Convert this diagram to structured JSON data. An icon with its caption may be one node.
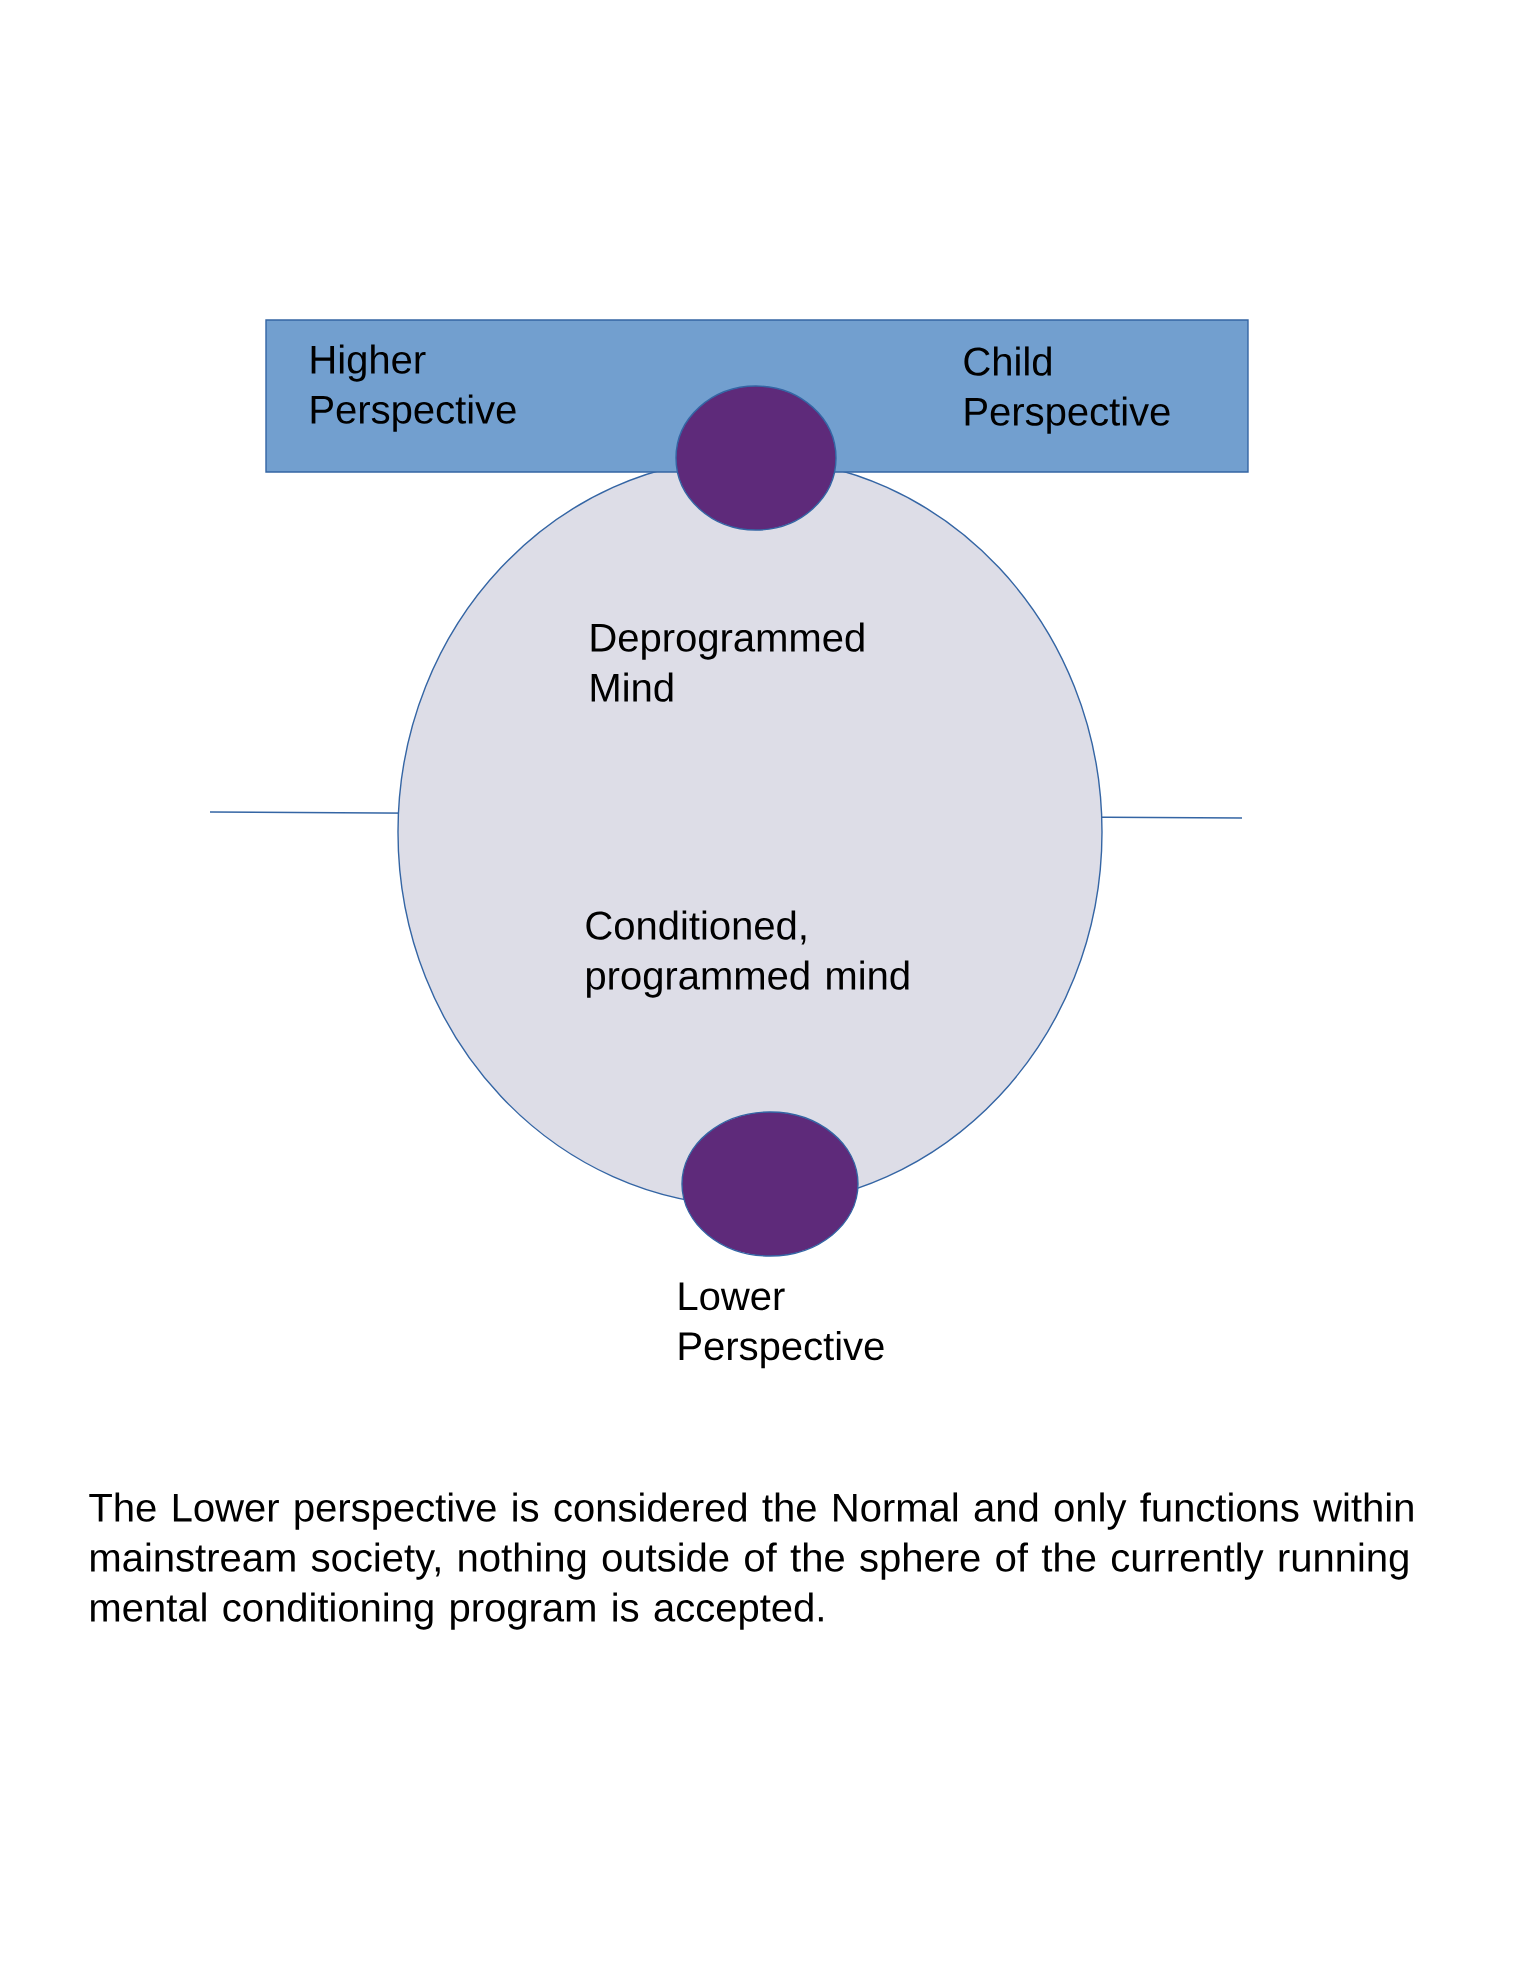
{
  "diagram": {
    "caption": "The Lower perspective is considered the Normal and only functions within mainstream society, nothing outside of the sphere of the currently running mental conditioning program is accepted.",
    "nodes": [
      {
        "text": [
          "Higher Perspective",
          "Child Perspective"
        ]
      },
      {
        "text": [
          "Deprogrammed Mind",
          "Conditioned, programmed mind"
        ]
      },
      {
        "text": [],
        "shape": "circle"
      },
      {
        "text": [],
        "shape": "circle",
        "beside": [
          "Lower Perspective"
        ]
      }
    ],
    "edges": []
  }
}
